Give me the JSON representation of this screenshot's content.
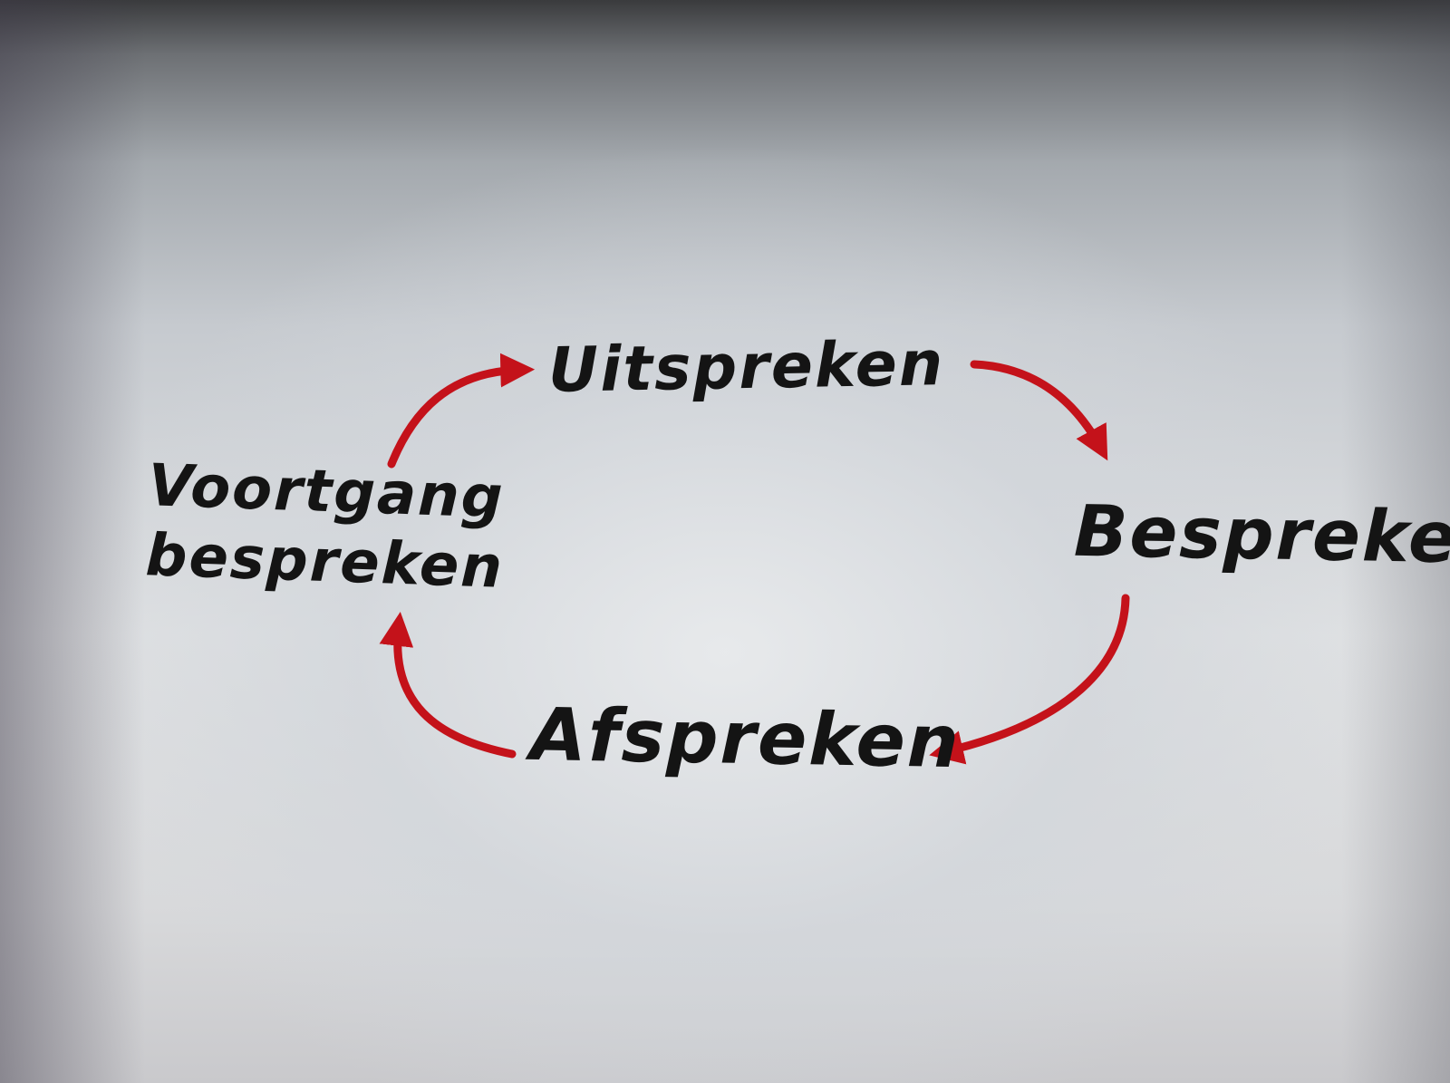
{
  "diagram": {
    "nodes": [
      {
        "id": "uitspreken",
        "label": "Uitspreken"
      },
      {
        "id": "bespreken",
        "label": "Bespreken"
      },
      {
        "id": "afspreken",
        "label": "Afspreken"
      },
      {
        "id": "voortgang",
        "label_line1": "Voortgang",
        "label_line2": "bespreken"
      }
    ],
    "edges": [
      {
        "from": "voortgang",
        "to": "uitspreken"
      },
      {
        "from": "uitspreken",
        "to": "bespreken"
      },
      {
        "from": "bespreken",
        "to": "afspreken"
      },
      {
        "from": "afspreken",
        "to": "voortgang"
      }
    ],
    "colors": {
      "arrow": "#c4121a",
      "text": "#141414"
    }
  }
}
